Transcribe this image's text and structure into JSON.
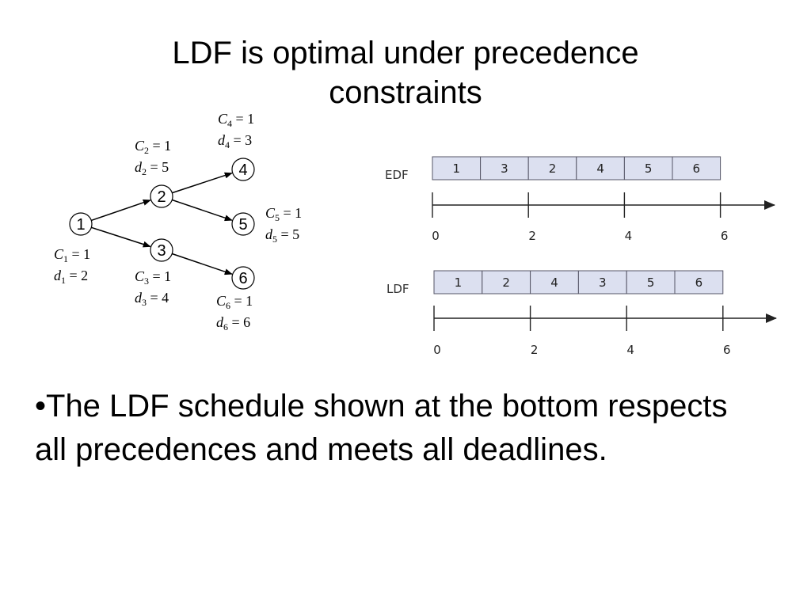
{
  "slide": {
    "title_line1": "LDF is optimal under precedence",
    "title_line2": "constraints",
    "bullet": "•The LDF schedule shown at the bottom respects all precedences and meets all deadlines."
  },
  "graph": {
    "nodes": [
      {
        "id": "1",
        "C": "1",
        "d": "2"
      },
      {
        "id": "2",
        "C": "1",
        "d": "5"
      },
      {
        "id": "3",
        "C": "1",
        "d": "4"
      },
      {
        "id": "4",
        "C": "1",
        "d": "3"
      },
      {
        "id": "5",
        "C": "1",
        "d": "5"
      },
      {
        "id": "6",
        "C": "1",
        "d": "6"
      }
    ],
    "edges": [
      [
        "1",
        "2"
      ],
      [
        "1",
        "3"
      ],
      [
        "2",
        "4"
      ],
      [
        "2",
        "5"
      ],
      [
        "3",
        "6"
      ]
    ],
    "var_C": "C",
    "var_d": "d",
    "eq": " = "
  },
  "schedules": [
    {
      "name": "EDF",
      "order": [
        "1",
        "3",
        "2",
        "4",
        "5",
        "6"
      ]
    },
    {
      "name": "LDF",
      "order": [
        "1",
        "2",
        "4",
        "3",
        "5",
        "6"
      ]
    }
  ],
  "axis": {
    "ticks": [
      "0",
      "2",
      "4",
      "6"
    ]
  },
  "colors": {
    "slot_fill": "#dce0f0",
    "slot_stroke": "#555566",
    "line": "#222222"
  }
}
